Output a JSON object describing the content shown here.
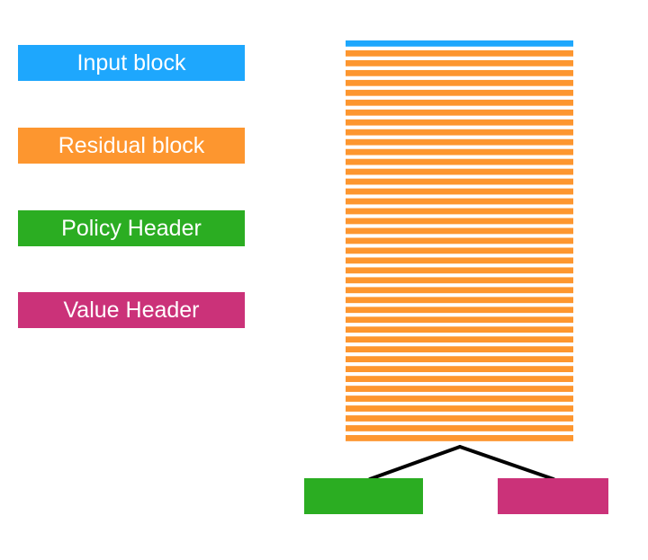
{
  "colors": {
    "input": "#1ea7fd",
    "residual": "#fd962f",
    "policy": "#2bad22",
    "value": "#cb3279",
    "connector": "#000000"
  },
  "legend": [
    {
      "key": "input",
      "label": "Input block"
    },
    {
      "key": "residual",
      "label": "Residual block"
    },
    {
      "key": "policy",
      "label": "Policy Header"
    },
    {
      "key": "value",
      "label": "Value Header"
    }
  ],
  "network": {
    "input_blocks": 1,
    "residual_blocks": 40,
    "heads": [
      "policy",
      "value"
    ]
  }
}
